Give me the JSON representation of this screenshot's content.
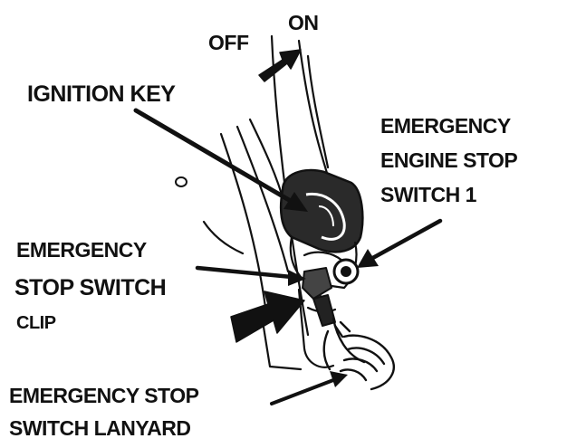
{
  "labels": {
    "off": "OFF",
    "on": "ON",
    "ignition_key": "IGNITION KEY",
    "engine_stop_switch": [
      "EMERGENCY",
      "ENGINE STOP",
      "SWITCH 1"
    ],
    "stop_switch_clip": [
      "EMERGENCY",
      "STOP SWITCH",
      "CLIP"
    ],
    "stop_switch_lanyard": [
      "EMERGENCY STOP",
      "SWITCH LANYARD"
    ]
  },
  "colors": {
    "ink": "#111111",
    "paper": "#ffffff"
  }
}
